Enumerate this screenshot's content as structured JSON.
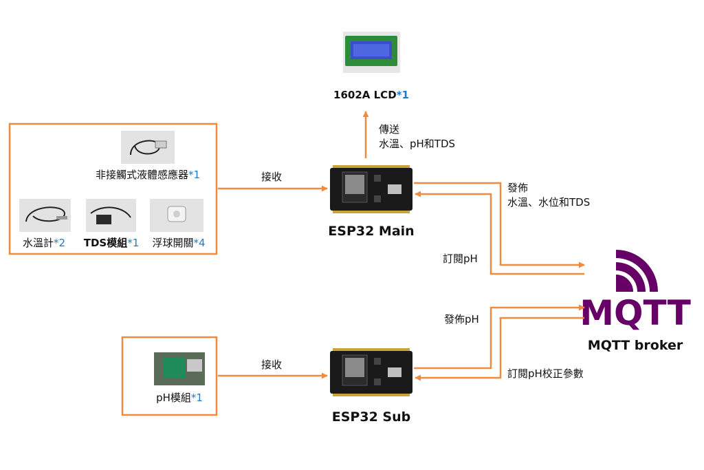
{
  "colors": {
    "arrow": "#f08a3c",
    "accent": "#1f7ac9",
    "mqtt_purple": "#660066",
    "board": "#1a1a1a"
  },
  "lcd": {
    "name": "1602A LCD",
    "qty": "*1"
  },
  "sensors": {
    "level": {
      "name": "非接觸式液體感應器",
      "qty": "*1"
    },
    "temp": {
      "name": "水溫計",
      "qty": "*2"
    },
    "tds": {
      "name": "TDS模組",
      "qty": "*1"
    },
    "float": {
      "name": "浮球開關",
      "qty": "*4"
    }
  },
  "ph_module": {
    "name": "pH模組",
    "qty": "*1"
  },
  "esp_main": {
    "name": "ESP32 Main"
  },
  "esp_sub": {
    "name": "ESP32 Sub"
  },
  "broker": {
    "logo_text": "MQTT",
    "name": "MQTT broker"
  },
  "edges": {
    "send_lcd": {
      "line1": "傳送",
      "line2": "水溫、pH和TDS"
    },
    "recv_main": "接收",
    "recv_sub": "接收",
    "pub_main": {
      "line1": "發佈",
      "line2": "水溫、水位和TDS"
    },
    "sub_main": "訂閱pH",
    "pub_sub": "發佈pH",
    "sub_sub": "訂閱pH校正參數"
  }
}
